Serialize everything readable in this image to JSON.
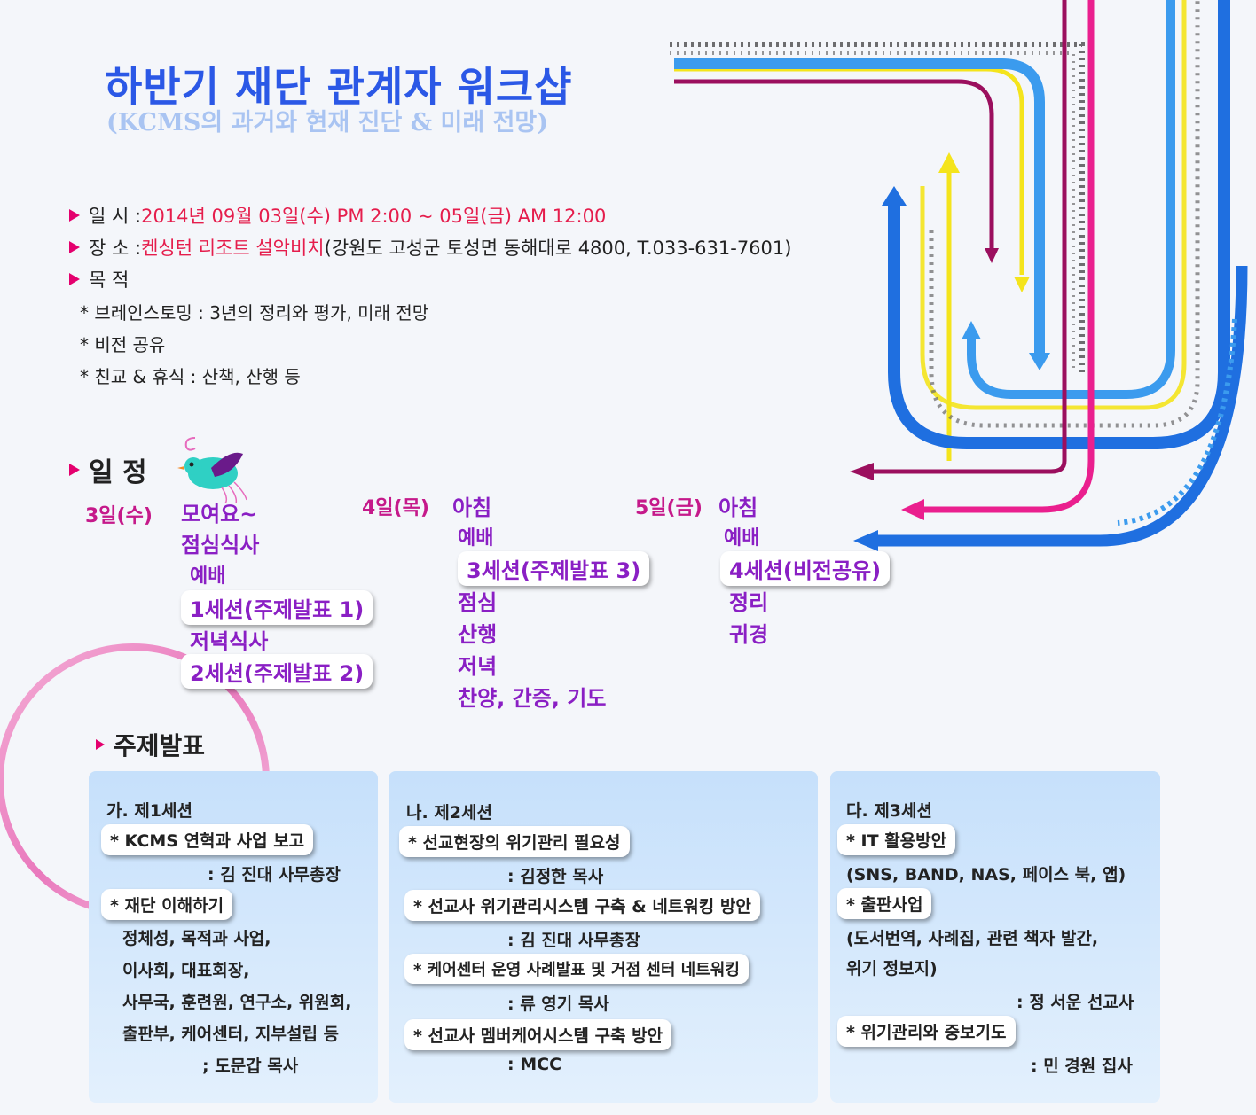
{
  "header": {
    "title": "하반기 재단 관계자 워크샵",
    "subtitle": "(KCMS의 과거와 현재 진단 & 미래 전망)"
  },
  "info": {
    "date_label": "일   시 : ",
    "date_value": "2014년 09월 03일(수) PM 2:00 ~ 05일(금) AM 12:00",
    "place_label": "장   소 : ",
    "place_value": "켄싱턴 리조트 설악비치",
    "place_detail": " (강원도 고성군 토성면 동해대로 4800, T.033-631-7601)",
    "purpose_label": "목   적",
    "purposes": [
      "* 브레인스토밍 : 3년의 정리와 평가, 미래 전망",
      "* 비전 공유",
      "* 친교 & 휴식 : 산책, 산행 등"
    ]
  },
  "schedule": {
    "heading": "일   정",
    "days": [
      {
        "label": "3일(수)",
        "items": [
          "모여요~",
          "점심식사",
          "예배",
          "1세션(주제발표 1)",
          "저녁식사",
          "2세션(주제발표 2)"
        ]
      },
      {
        "label": "4일(목)",
        "items": [
          "아침",
          "예배",
          "3세션(주제발표 3)",
          "점심",
          "산행",
          "저녁",
          "찬양, 간증, 기도"
        ]
      },
      {
        "label": "5일(금)",
        "items": [
          "아침",
          "예배",
          "4세션(비전공유)",
          "정리",
          "귀경"
        ]
      }
    ]
  },
  "talks": {
    "heading": "주제발표",
    "panels": [
      {
        "title": "가. 제1세션",
        "lines": [
          "* KCMS 연혁과 사업 보고",
          ": 김 진대 사무총장",
          "* 재단 이해하기",
          "정체성, 목적과 사업,",
          "이사회, 대표회장,",
          "사무국, 훈련원, 연구소, 위원회,",
          "출판부, 케어센터, 지부설립 등",
          "; 도문갑 목사"
        ]
      },
      {
        "title": "나. 제2세션",
        "lines": [
          "* 선교현장의 위기관리 필요성",
          ": 김정한 목사",
          "* 선교사 위기관리시스템 구축 & 네트워킹 방안",
          ": 김 진대 사무총장",
          "* 케어센터 운영 사례발표 및 거점 센터 네트워킹",
          ": 류 영기 목사",
          "* 선교사 멤버케어시스템 구축 방안",
          ": MCC"
        ]
      },
      {
        "title": "다. 제3세션",
        "lines": [
          "* IT 활용방안",
          "(SNS, BAND, NAS, 페이스 북, 앱)",
          "* 출판사업",
          "(도서번역, 사례집, 관련 책자 발간,",
          "위기 정보지)",
          ": 정 서운 선교사",
          "* 위기관리와 중보기도",
          ": 민 경원 집사"
        ]
      }
    ]
  },
  "colors": {
    "title": "#2b58e6",
    "subtitle": "#a9c4f2",
    "accent": "#e4006e",
    "schedule_text": "#8a1fc4",
    "day_label": "#c5198a",
    "line_blue": "#1f6fe0",
    "line_light_blue": "#3b9bee",
    "line_yellow": "#f4e41c",
    "line_magenta": "#9b0f5e",
    "line_pink": "#ea1f8e"
  }
}
